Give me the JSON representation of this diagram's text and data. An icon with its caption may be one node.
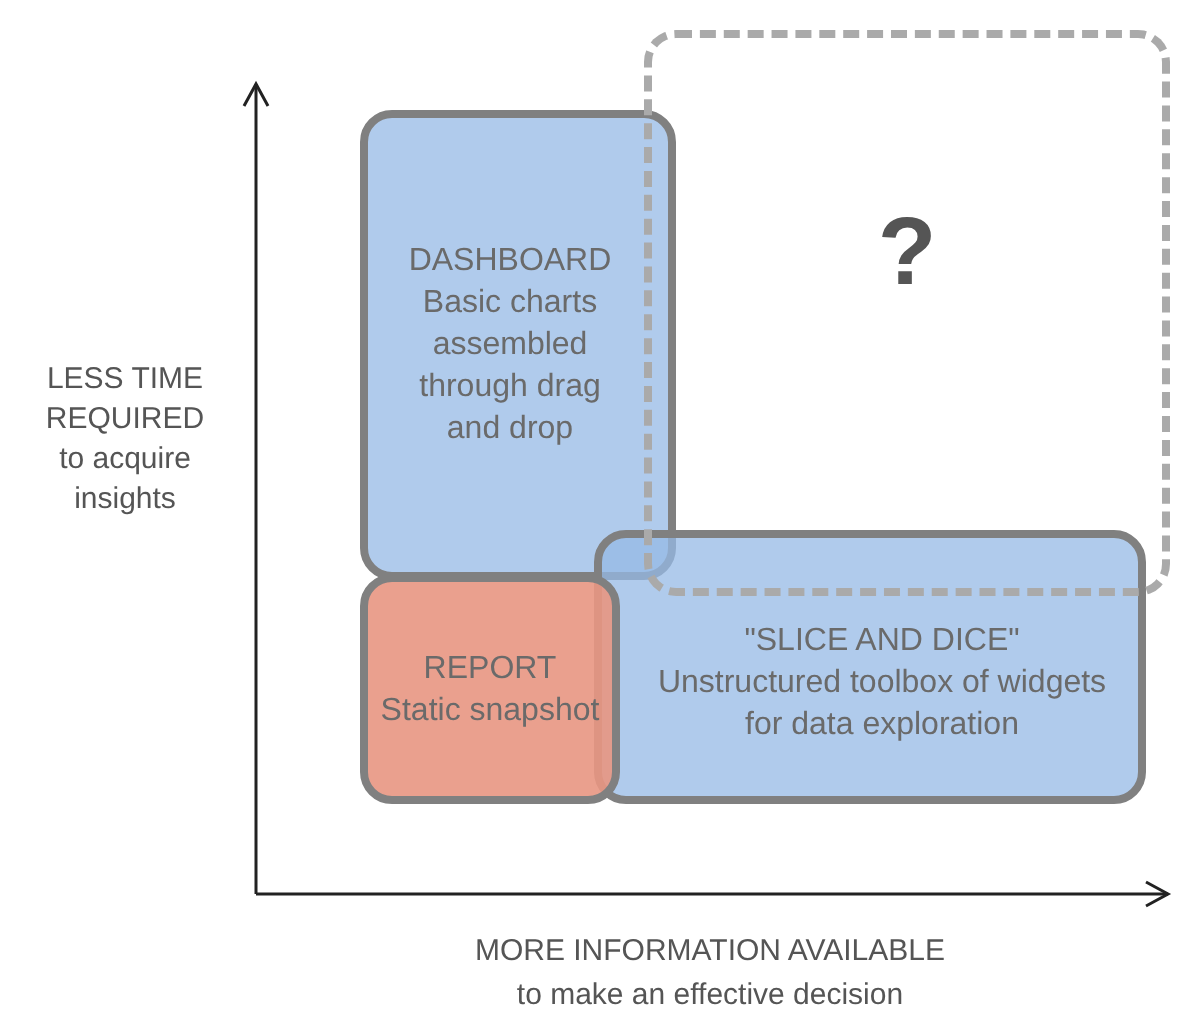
{
  "diagram": {
    "nodes": [
      {
        "text": [
          "DASHBOARD",
          "Basic charts assembled through drag and drop"
        ]
      },
      {
        "text": [
          "REPORT",
          "Static snapshot"
        ]
      },
      {
        "text": [
          "\"SLICE AND DICE\"",
          "Unstructured toolbox of widgets for data exploration"
        ]
      },
      {
        "text": [
          "?"
        ]
      }
    ],
    "edges": [],
    "labels": [
      "LESS TIME REQUIRED",
      "to acquire insights",
      "MORE INFORMATION AVAILABLE",
      "to make an effective decision"
    ]
  }
}
